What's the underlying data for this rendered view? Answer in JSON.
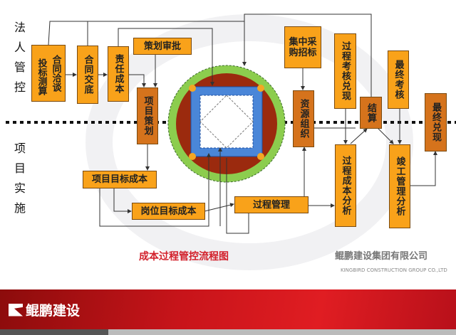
{
  "side_labels": {
    "top": "法人管控",
    "bottom": "项目实施"
  },
  "boxes": {
    "bid_estimate": "投标测算",
    "contract_negotiation": "合同洽谈",
    "contract_handover": "合同交底",
    "responsibility_cost": "责任成本",
    "plan_approval": "策划审批",
    "project_planning": "项目策划",
    "project_target_cost": "项目目标成本",
    "post_target_cost": "岗位目标成本",
    "central_procurement": "集中采购招标",
    "resource_organization": "资源组织",
    "process_assessment": "过程考核兑现",
    "settlement": "结算",
    "final_assessment": "最终考核",
    "final_payout": "最终兑现",
    "process_cost_analysis": "过程成本分析",
    "completion_analysis": "竣工管理分析",
    "process_management": "过程管理"
  },
  "caption": "成本过程管控流程图",
  "watermark": {
    "cn": "鲲鹏建设集团有限公司",
    "en": "KINGBIRD CONSTRUCTION GROUP CO.,LTD"
  },
  "banner": {
    "brand": "鲲鹏建设"
  },
  "colors": {
    "box": "#f9a21a",
    "box_dark": "#d5731c",
    "ring_green": "#8ccd4e",
    "ring_brown": "#9b2a0e",
    "square_blue": "#4a86d8",
    "caption": "#d21f2a"
  }
}
